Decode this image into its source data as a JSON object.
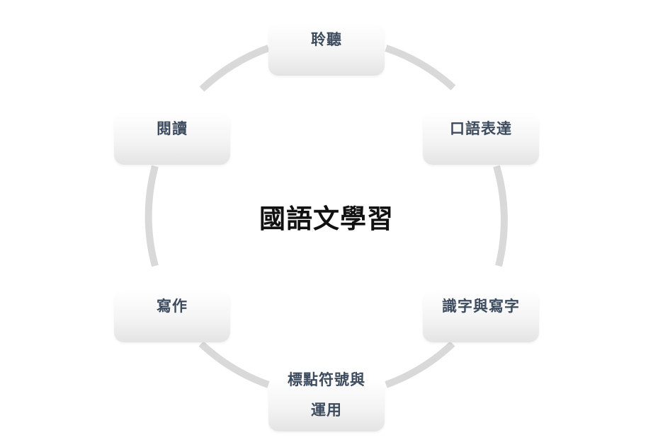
{
  "diagram": {
    "title": "國語文學習",
    "nodes": [
      {
        "id": "listening",
        "lines": [
          "聆聽"
        ]
      },
      {
        "id": "speaking",
        "lines": [
          "口語表達"
        ]
      },
      {
        "id": "characters",
        "lines": [
          "識字與寫字"
        ]
      },
      {
        "id": "punctuation",
        "lines": [
          "標點符號與",
          "運用"
        ]
      },
      {
        "id": "writing",
        "lines": [
          "寫作"
        ]
      },
      {
        "id": "reading",
        "lines": [
          "閱讀"
        ]
      }
    ],
    "colors": {
      "ring": "#d9d9d9",
      "node_text": "#3d4b5e",
      "title_text": "#111111"
    }
  }
}
